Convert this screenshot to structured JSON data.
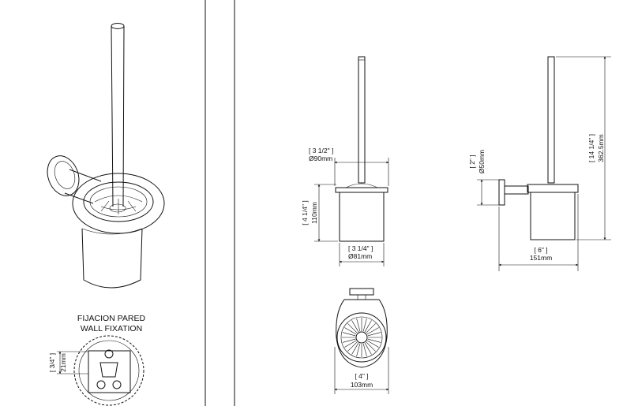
{
  "fixation": {
    "caption_es": "FIJACION PARED",
    "caption_en": "WALL FIXATION",
    "height_in": "[ 3/4\" ]",
    "height_mm": "21mm"
  },
  "front_view": {
    "cup_dia_in": "[ 3 1/2\" ]",
    "cup_dia_mm": "Ø90mm",
    "base_dia_in": "[ 3 1/4\" ]",
    "base_dia_mm": "Ø81mm",
    "cup_height_in": "[ 4 1/4\" ]",
    "cup_height_mm": "110mm"
  },
  "side_view": {
    "flange_in": "[ 2\" ]",
    "flange_mm": "Ø50mm",
    "total_height_in": "[ 14 1/4\" ]",
    "total_height_mm": "362.5mm",
    "projection_in": "[ 6\" ]",
    "projection_mm": "151mm"
  },
  "top_view": {
    "width_in": "[ 4\" ]",
    "width_mm": "103mm"
  }
}
